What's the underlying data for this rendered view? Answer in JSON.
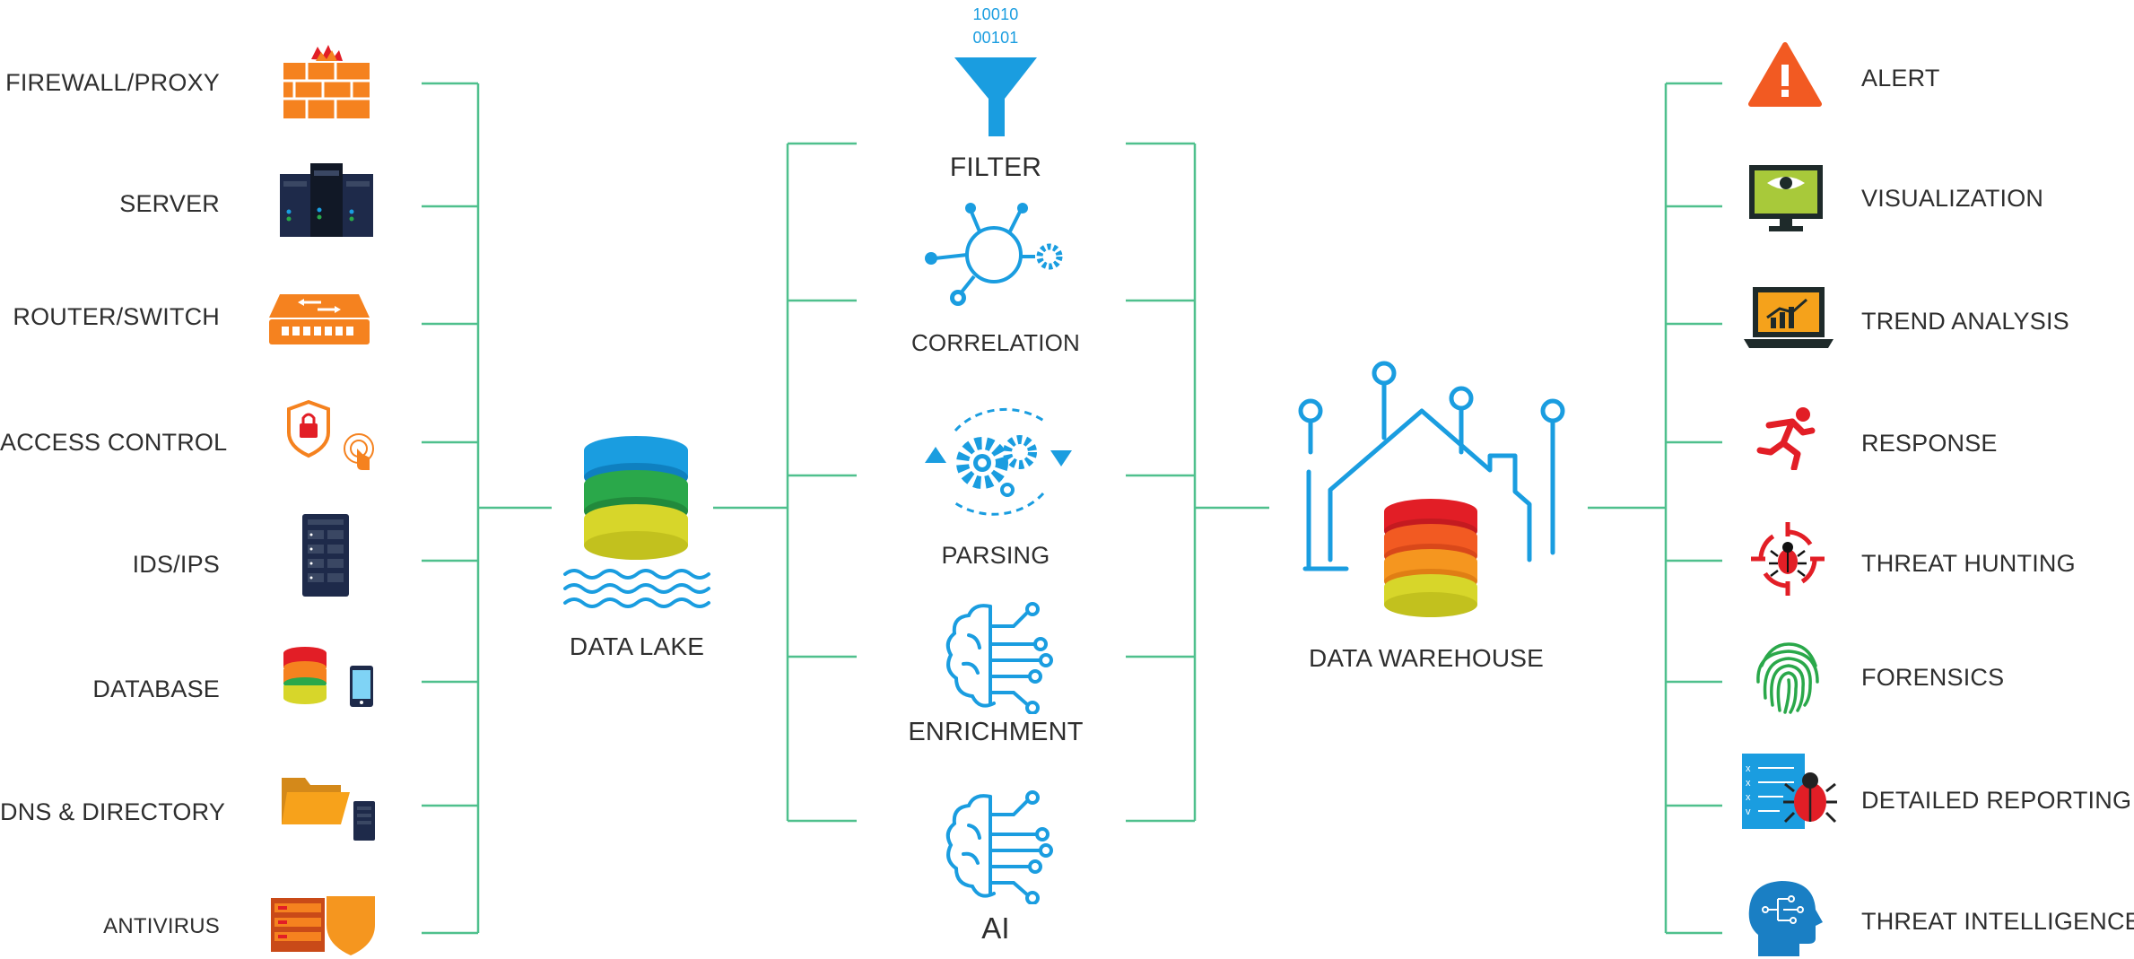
{
  "sources": [
    {
      "label": "FIREWALL/PROXY",
      "icon": "firewall-icon"
    },
    {
      "label": "SERVER",
      "icon": "server-rack-icon"
    },
    {
      "label": "ROUTER/SWITCH",
      "icon": "router-icon"
    },
    {
      "label": "ACCESS CONTROL",
      "icon": "access-control-icon"
    },
    {
      "label": "IDS/IPS",
      "icon": "ids-ips-icon"
    },
    {
      "label": "DATABASE",
      "icon": "database-mobile-icon"
    },
    {
      "label": "DNS & DIRECTORY",
      "icon": "folder-icon"
    },
    {
      "label": "ANTIVIRUS",
      "icon": "antivirus-shield-icon"
    }
  ],
  "data_lake": {
    "label": "DATA LAKE",
    "icon": "data-lake-icon"
  },
  "processing": [
    {
      "label": "FILTER",
      "icon": "filter-funnel-icon",
      "binary_top": "10010",
      "binary_bottom": "00101"
    },
    {
      "label": "CORRELATION",
      "icon": "correlation-network-icon"
    },
    {
      "label": "PARSING",
      "icon": "parsing-gears-icon"
    },
    {
      "label": "ENRICHMENT",
      "icon": "enrichment-brain-icon"
    },
    {
      "label": "AI",
      "icon": "ai-brain-icon"
    }
  ],
  "data_warehouse": {
    "label": "DATA WAREHOUSE",
    "icon": "data-warehouse-icon"
  },
  "outputs": [
    {
      "label": "ALERT",
      "icon": "alert-triangle-icon"
    },
    {
      "label": "VISUALIZATION",
      "icon": "visualization-monitor-icon"
    },
    {
      "label": "TREND ANALYSIS",
      "icon": "trend-analysis-laptop-icon"
    },
    {
      "label": "RESPONSE",
      "icon": "response-runner-icon"
    },
    {
      "label": "THREAT HUNTING",
      "icon": "threat-hunting-bug-icon"
    },
    {
      "label": "FORENSICS",
      "icon": "fingerprint-icon"
    },
    {
      "label": "DETAILED REPORTING",
      "icon": "report-bug-icon"
    },
    {
      "label": "THREAT INTELLIGENCE",
      "icon": "head-circuit-icon"
    }
  ],
  "colors": {
    "connector": "#4fc08d",
    "blue": "#1a9de0",
    "orange": "#f5821f",
    "red": "#e21e26",
    "green": "#2aa84a",
    "yellow": "#d7d62a",
    "navy": "#1e2a4a"
  }
}
